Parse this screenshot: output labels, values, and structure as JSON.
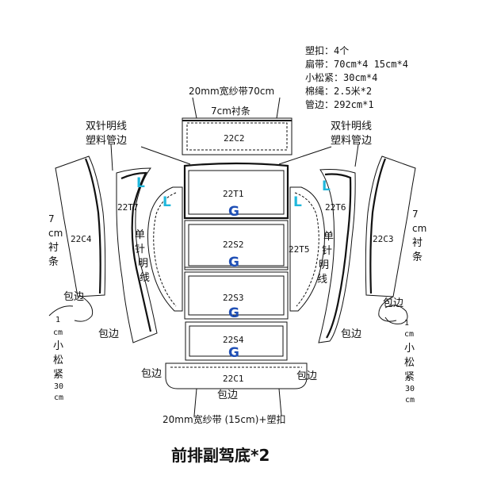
{
  "materials": [
    "塑扣：4个",
    "扁带：70cm*4  15cm*4",
    "小松紧：30cm*4",
    "棉绳：2.5米*2",
    "管边：292cm*1"
  ],
  "top_band": "20mm宽纱带70cm",
  "top_liner": "7cm衬条",
  "double_stitch": "双针明线",
  "plastic_piping": "塑料管边",
  "single_stitch": [
    "单",
    "针",
    "明",
    "线"
  ],
  "liner_label": [
    "7",
    "cm",
    "衬",
    "条"
  ],
  "elastic_label": [
    "1",
    "cm",
    "小",
    "松",
    "紧",
    "30",
    "cm"
  ],
  "binding": "包边",
  "bottom_note": "20mm宽纱带 (15cm)+塑扣",
  "title": "前排副驾底*2",
  "parts": {
    "c2": "22C2",
    "t1": "22T1",
    "s2": "22S2",
    "s3": "22S3",
    "s4": "22S4",
    "c1": "22C1",
    "c4": "22C4",
    "c3": "22C3",
    "t7": "22T7",
    "t6": "22T6",
    "t5": "22T5"
  },
  "marks": {
    "g": "G",
    "l": "L"
  }
}
